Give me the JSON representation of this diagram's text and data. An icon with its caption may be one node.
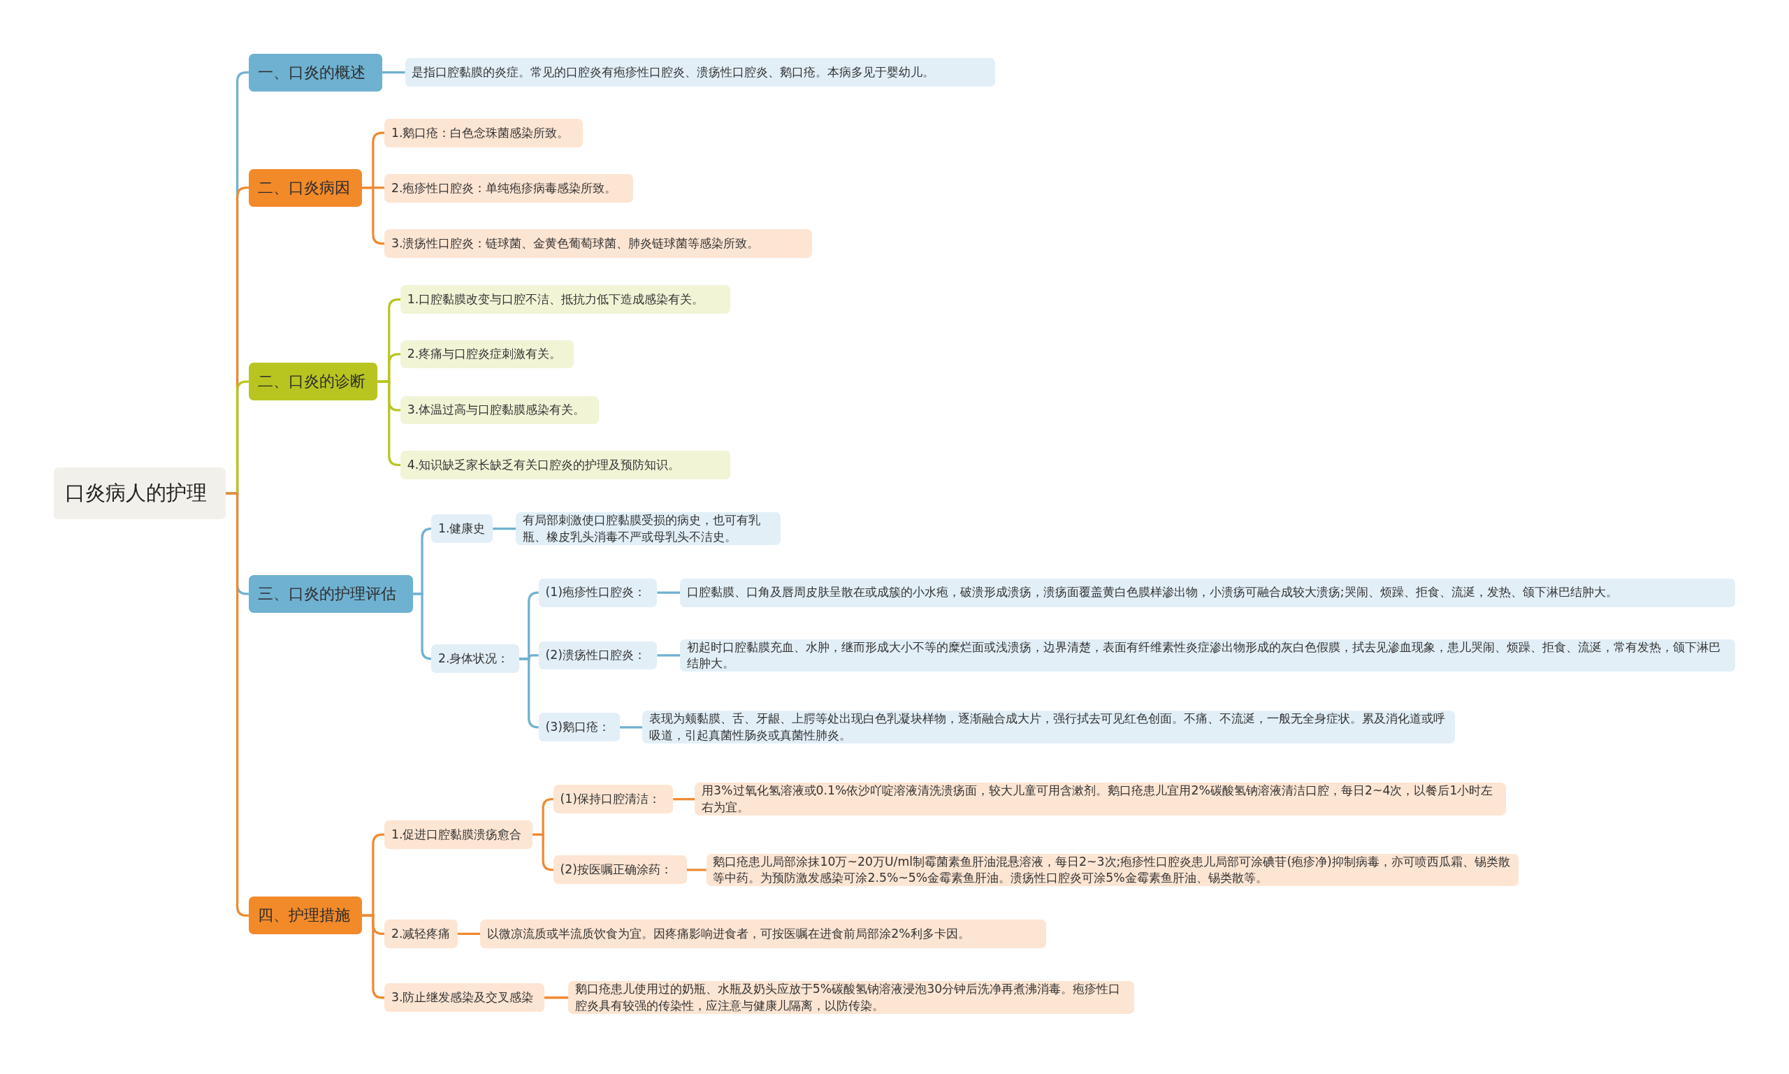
{
  "diagram": {
    "nodes": [
      {
        "text": [
          "口炎病人的护理"
        ]
      },
      {
        "text": [
          "一、口炎的概述"
        ]
      },
      {
        "text": [
          "是指口腔黏膜的炎症。常见的口腔炎有疱疹性口腔炎、溃疡性口腔炎、鹅口疮。本病多见于婴幼儿。"
        ]
      },
      {
        "text": [
          "二、口炎病因"
        ]
      },
      {
        "text": [
          "1.鹅口疮：白色念珠菌感染所致。"
        ]
      },
      {
        "text": [
          "2.疱疹性口腔炎：单纯疱疹病毒感染所致。"
        ]
      },
      {
        "text": [
          "3.溃疡性口腔炎：链球菌、金黄色葡萄球菌、肺炎链球菌等感染所致。"
        ]
      },
      {
        "text": [
          "二、口炎的诊断"
        ]
      },
      {
        "text": [
          "1.口腔黏膜改变与口腔不洁、抵抗力低下造成感染有关。"
        ]
      },
      {
        "text": [
          "2.疼痛与口腔炎症刺激有关。"
        ]
      },
      {
        "text": [
          "3.体温过高与口腔黏膜感染有关。"
        ]
      },
      {
        "text": [
          "4.知识缺乏家长缺乏有关口腔炎的护理及预防知识。"
        ]
      },
      {
        "text": [
          "三、口炎的护理评估"
        ]
      },
      {
        "text": [
          "1.健康史"
        ]
      },
      {
        "text": [
          "有局部刺激使口腔黏膜受损的病史，也可有乳瓶、橡皮乳头消毒不严或母乳头不洁史。"
        ]
      },
      {
        "text": [
          "2.身体状况："
        ]
      },
      {
        "text": [
          "(1)疱疹性口腔炎："
        ]
      },
      {
        "text": [
          "口腔黏膜、口角及唇周皮肤呈散在或成簇的小水疱，破溃形成溃疡，溃疡面覆盖黄白色膜样渗出物，小溃疡可融合成较大溃疡;哭闹、烦躁、拒食、流涎，发热、颌下淋巴结肿大。"
        ]
      },
      {
        "text": [
          "(2)溃疡性口腔炎："
        ]
      },
      {
        "text": [
          "初起时口腔黏膜充血、水肿，继而形成大小不等的糜烂面或浅溃疡，边界清楚，表面有纤维素性炎症渗出物形成的灰白色假膜，拭去见渗血现象，患儿哭闹、烦躁、拒食、流涎，常有发热，颌下淋巴结肿大。"
        ]
      },
      {
        "text": [
          "(3)鹅口疮："
        ]
      },
      {
        "text": [
          "表现为颊黏膜、舌、牙龈、上腭等处出现白色乳凝块样物，逐渐融合成大片，强行拭去可见红色创面。不痛、不流涎，一般无全身症状。累及消化道或呼吸道，引起真菌性肠炎或真菌性肺炎。"
        ]
      },
      {
        "text": [
          "四、护理措施"
        ]
      },
      {
        "text": [
          "1.促进口腔黏膜溃疡愈合"
        ]
      },
      {
        "text": [
          "(1)保持口腔清洁："
        ]
      },
      {
        "text": [
          "用3%过氧化氢溶液或0.1%依沙吖啶溶液清洗溃疡面，较大儿童可用含漱剂。鹅口疮患儿宜用2%碳酸氢钠溶液清洁口腔，每日2~4次，以餐后1小时左右为宜。"
        ]
      },
      {
        "text": [
          "(2)按医嘱正确涂药："
        ]
      },
      {
        "text": [
          "鹅口疮患儿局部涂抹10万~20万U/ml制霉菌素鱼肝油混悬溶液，每日2~3次;疱疹性口腔炎患儿局部可涂碘苷(疱疹净)抑制病毒，亦可喷西瓜霜、锡类散等中药。为预防激发感染可涂2.5%~5%金霉素鱼肝油。溃疡性口腔炎可涂5%金霉素鱼肝油、锡类散等。"
        ]
      },
      {
        "text": [
          "2.减轻疼痛"
        ]
      },
      {
        "text": [
          "以微凉流质或半流质饮食为宜。因疼痛影响进食者，可按医嘱在进食前局部涂2%利多卡因。"
        ]
      },
      {
        "text": [
          "3.防止继发感染及交叉感染"
        ]
      },
      {
        "text": [
          "鹅口疮患儿使用过的奶瓶、水瓶及奶头应放于5%碳酸氢钠溶液浸泡30分钟后洗净再煮沸消毒。疱疹性口腔炎具有较强的传染性，应注意与健康儿隔离，以防传染。"
        ]
      }
    ],
    "edges": [
      {
        "from": 0,
        "to": 1,
        "arrow": "none",
        "color": "#6fb1d1"
      },
      {
        "from": 1,
        "to": 2,
        "arrow": "none",
        "color": "#6fb1d1"
      },
      {
        "from": 0,
        "to": 3,
        "arrow": "none"
      },
      {
        "from": 3,
        "to": 4,
        "arrow": "none"
      },
      {
        "from": 3,
        "to": 5,
        "arrow": "none"
      },
      {
        "from": 3,
        "to": 6,
        "arrow": "none"
      },
      {
        "from": 0,
        "to": 7,
        "arrow": "none",
        "color": "#b8c520"
      },
      {
        "from": 7,
        "to": 8,
        "arrow": "none",
        "color": "#b8c520"
      },
      {
        "from": 7,
        "to": 9,
        "arrow": "none",
        "color": "#b8c520"
      },
      {
        "from": 7,
        "to": 10,
        "arrow": "none",
        "color": "#b8c520"
      },
      {
        "from": 7,
        "to": 11,
        "arrow": "none",
        "color": "#b8c520"
      },
      {
        "from": 0,
        "to": 12,
        "arrow": "none",
        "color": "#6fb1d1"
      },
      {
        "from": 12,
        "to": 13,
        "arrow": "none",
        "color": "#6fb1d1"
      },
      {
        "from": 13,
        "to": 14,
        "arrow": "none",
        "color": "#6fb1d1"
      },
      {
        "from": 12,
        "to": 15,
        "arrow": "none",
        "color": "#6fb1d1"
      },
      {
        "from": 15,
        "to": 16,
        "arrow": "none",
        "color": "#6fb1d1"
      },
      {
        "from": 16,
        "to": 17,
        "arrow": "none",
        "color": "#6fb1d1"
      },
      {
        "from": 15,
        "to": 18,
        "arrow": "none",
        "color": "#6fb1d1"
      },
      {
        "from": 18,
        "to": 19,
        "arrow": "none",
        "color": "#6fb1d1"
      },
      {
        "from": 15,
        "to": 20,
        "arrow": "none",
        "color": "#6fb1d1"
      },
      {
        "from": 20,
        "to": 21,
        "arrow": "none",
        "color": "#6fb1d1"
      },
      {
        "from": 0,
        "to": 22,
        "arrow": "none"
      },
      {
        "from": 22,
        "to": 23,
        "arrow": "none"
      },
      {
        "from": 23,
        "to": 24,
        "arrow": "none"
      },
      {
        "from": 24,
        "to": 25,
        "arrow": "none"
      },
      {
        "from": 23,
        "to": 26,
        "arrow": "none"
      },
      {
        "from": 26,
        "to": 27,
        "arrow": "none"
      },
      {
        "from": 22,
        "to": 28,
        "arrow": "none"
      },
      {
        "from": 28,
        "to": 29,
        "arrow": "none"
      },
      {
        "from": 22,
        "to": 30,
        "arrow": "none"
      },
      {
        "from": 30,
        "to": 31,
        "arrow": "none"
      }
    ]
  }
}
